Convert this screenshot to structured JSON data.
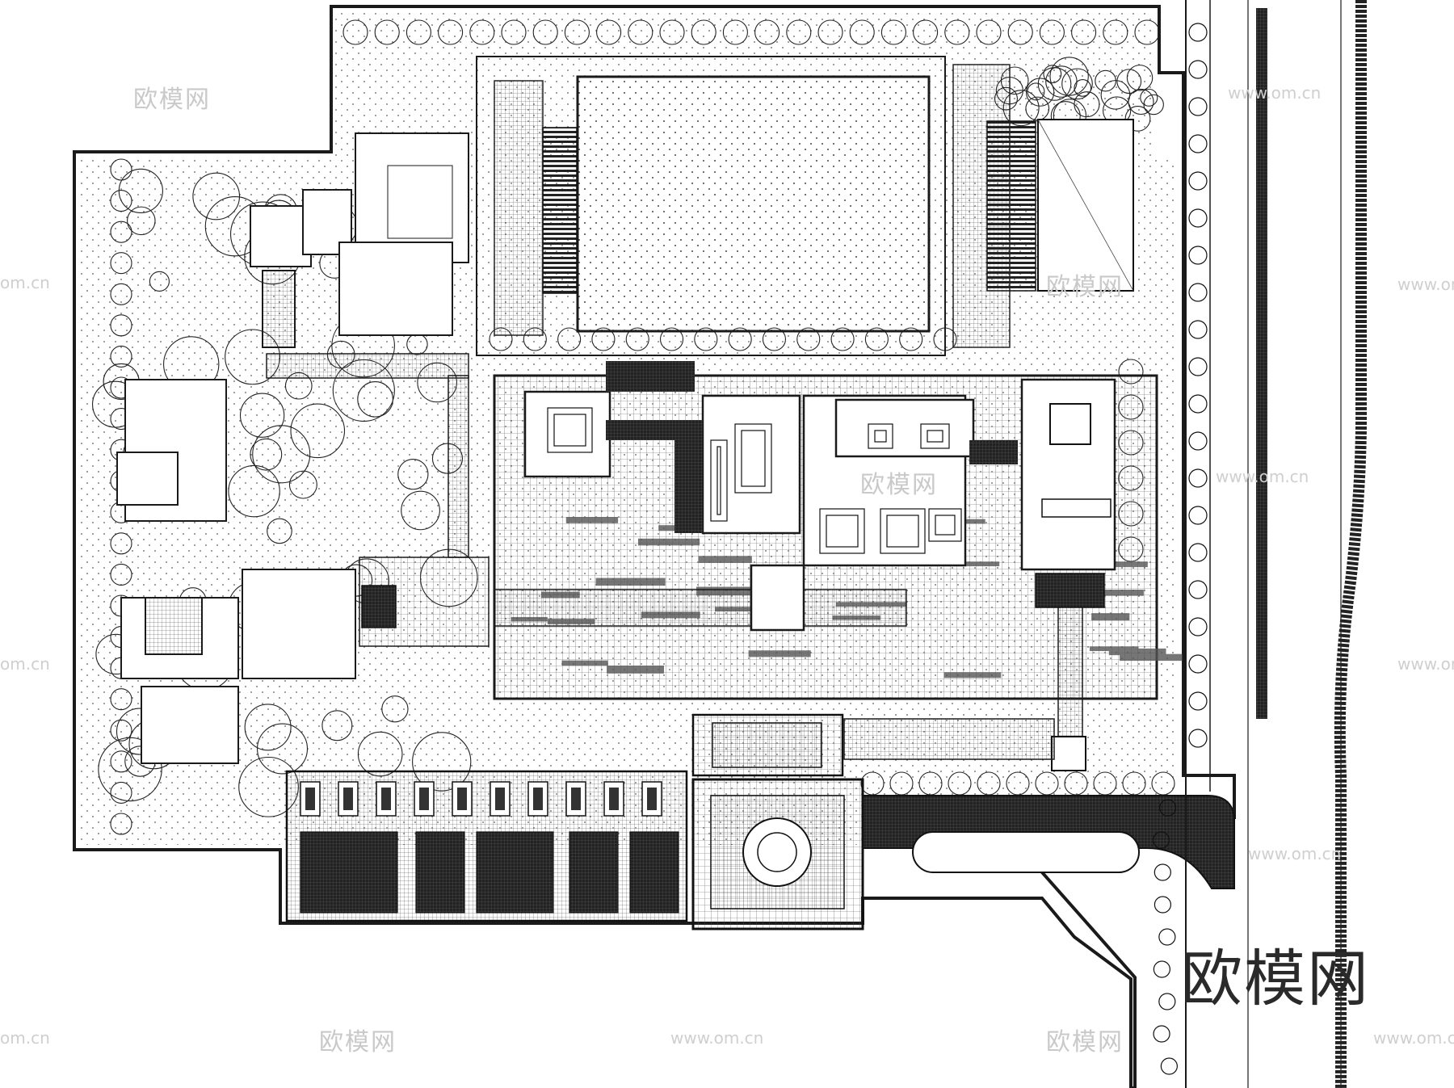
{
  "watermarks": {
    "brand_cn": "欧模网",
    "site_url": "www.om.cn",
    "site_short": "om.cn"
  },
  "brand_logo": "欧模网",
  "colors": {
    "line": "#1a1a1a",
    "fill_dark": "#2b2b2b",
    "fill_mid": "#8a8a8a",
    "paper": "#ffffff"
  }
}
